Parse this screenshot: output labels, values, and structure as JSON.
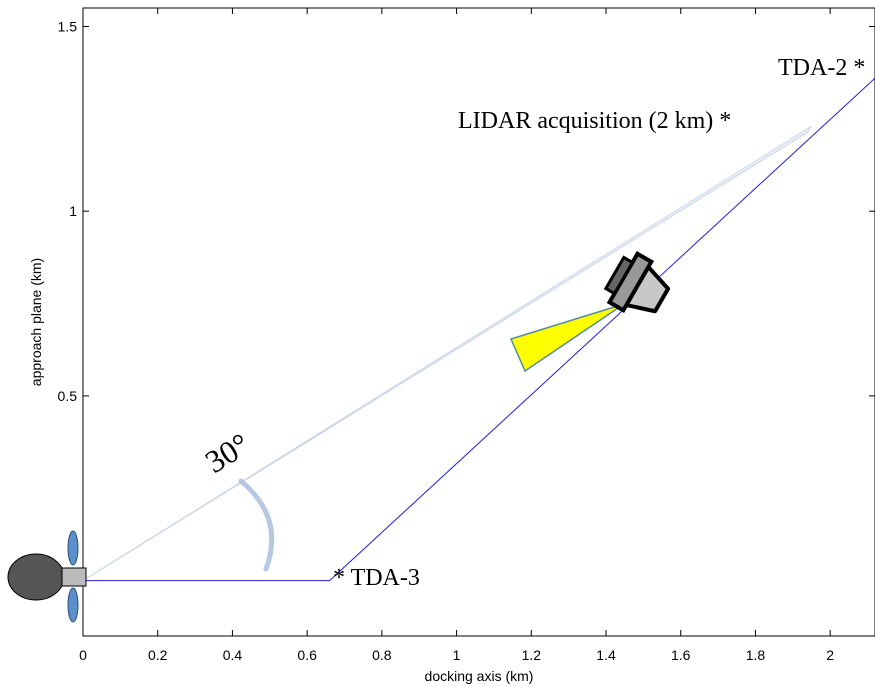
{
  "chart_data": {
    "type": "line",
    "title": "",
    "xlabel": "docking axis (km)",
    "ylabel": "approach plane (km)",
    "xlim": [
      0,
      2.12
    ],
    "ylim": [
      -0.15,
      1.55
    ],
    "xticks": [
      0,
      0.2,
      0.4,
      0.6,
      0.8,
      1,
      1.2,
      1.4,
      1.6,
      1.8,
      2
    ],
    "xtick_labels": [
      "0",
      "0.2",
      "0.4",
      "0.6",
      "0.8",
      "1",
      "1.2",
      "1.4",
      "1.6",
      "1.8",
      "2"
    ],
    "yticks": [
      0.5,
      1,
      1.5
    ],
    "ytick_labels": [
      "0.5",
      "1",
      "1.5"
    ],
    "grid": false,
    "series": [
      {
        "color": "#1f1fd6",
        "points": [
          [
            0,
            0
          ],
          [
            0.66,
            0
          ],
          [
            2.12,
            1.36
          ]
        ]
      }
    ],
    "cone": {
      "apex": [
        0,
        0
      ],
      "far_edge_end": [
        1.95,
        1.23
      ],
      "color": "#c8d4e6"
    },
    "annotations": [
      {
        "text": "TDA-3",
        "marker": "*",
        "x": 0.67,
        "y": 0.0
      },
      {
        "text": "TDA-2",
        "marker": "*",
        "x": 2.1,
        "y": 1.36
      },
      {
        "text": "LIDAR acquisition (2 km)",
        "marker": "*",
        "x": 1.95,
        "y": 1.23
      },
      {
        "text": "30°",
        "x": 0.37,
        "y": 0.3
      }
    ],
    "icons": {
      "target_station": "space-station-icon",
      "chaser_vehicle": "spacecraft-icon",
      "lidar_beam": "lidar-beam-icon",
      "beam_color": "#ffff00",
      "station_body_color": "#555555",
      "solar_panel_color": "#5b8fc9"
    }
  }
}
